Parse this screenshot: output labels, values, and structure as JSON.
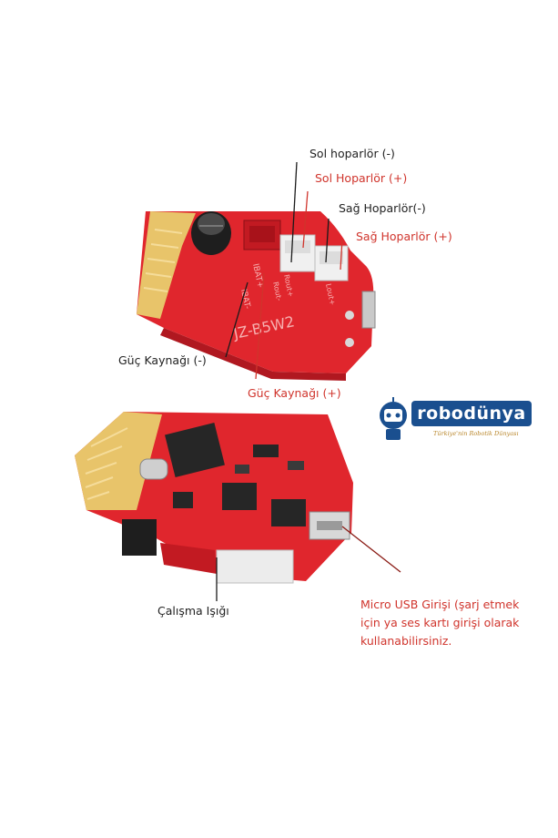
{
  "labels": {
    "sol_neg": "Sol hoparlör (-)",
    "sol_pos": "Sol Hoparlör (+)",
    "sag_neg": "Sağ Hoparlör(-)",
    "sag_pos": "Sağ Hoparlör (+)",
    "guc_neg": "Güç Kaynağı (-)",
    "guc_pos": "Güç Kaynağı (+)",
    "calisma": "Çalışma Işığı",
    "usb_line1": "Micro USB Girişi (şarj etmek",
    "usb_line2": "için ya ses kartı girişi olarak",
    "usb_line3": "kullanabilirsiniz."
  },
  "board": {
    "silkscreen": "JZ-B5W2",
    "pin_ibat_pos": "IBAT+",
    "pin_ibat_neg": "IBAT-",
    "pin_rout_pos": "Rout+",
    "pin_rout_neg": "Rout-",
    "pin_lout_pos": "Lout+"
  },
  "logo": {
    "name": "robodünya",
    "tagline": "Türkiye'nin Robotik Dünyası"
  },
  "colors": {
    "pcb_red": "#e0262d",
    "label_red": "#d0342c",
    "label_dark": "#222222",
    "antenna_gold": "#e8c46a",
    "logo_blue": "#1a4f8f"
  }
}
